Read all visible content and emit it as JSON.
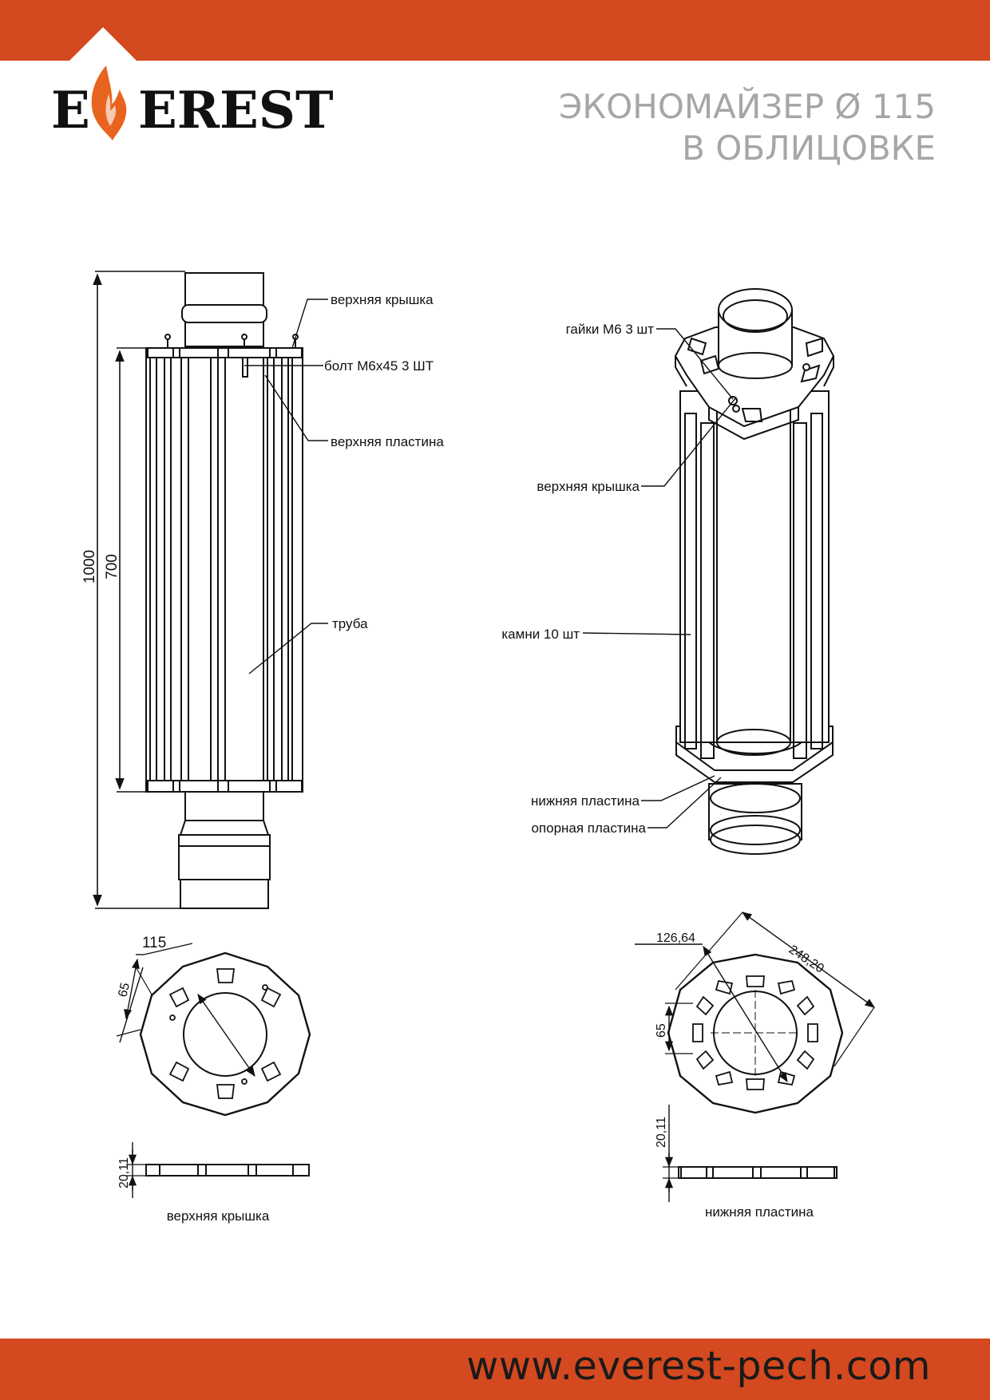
{
  "brand": {
    "logo_text": "EVEREST",
    "accent_color": "#d4491f",
    "flame_color": "#e8641e"
  },
  "header": {
    "title_line1": "ЭКОНОМАЙЗЕР Ø 115",
    "title_line2": "В ОБЛИЦОВКЕ"
  },
  "footer": {
    "url": "www.everest-pech.com"
  },
  "side_view": {
    "labels": {
      "top_cover": "верхняя крышка",
      "bolt": "болт М6х45 3 ШТ",
      "top_plate": "верхняя пластина",
      "pipe": "труба"
    },
    "dims": {
      "total_height": "1000",
      "body_height": "700"
    }
  },
  "iso_view": {
    "labels": {
      "nuts": "гайки М6 3 шт",
      "top_cover": "верхняя крышка",
      "stones": "камни 10 шт",
      "bottom_plate": "нижняя пластина",
      "support_plate": "опорная пластина"
    }
  },
  "top_cover_detail": {
    "dims": {
      "diameter": "115",
      "slot": "65",
      "thickness": "20,11"
    },
    "caption": "верхняя крышка"
  },
  "bottom_plate_detail": {
    "dims": {
      "inner": "126,64",
      "outer": "248,20",
      "slot": "65",
      "thickness": "20,11"
    },
    "caption": "нижняя пластина"
  }
}
